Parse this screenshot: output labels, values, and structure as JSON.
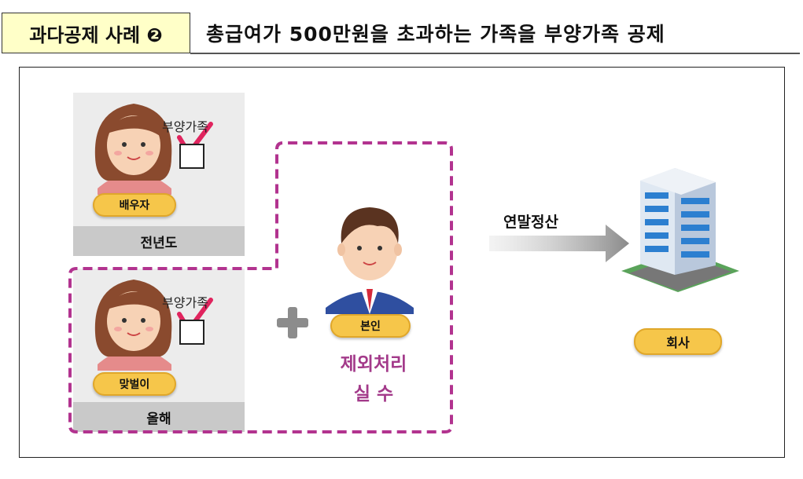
{
  "header": {
    "case_tag": "과다공제 사례 ❷",
    "title": "총급여가 500만원을 초과하는 가족을 부양가족 공제"
  },
  "previous_year": {
    "person_label": "배우자",
    "dependent_label": "부양가족",
    "footer": "전년도"
  },
  "current_year": {
    "person_label": "맞벌이",
    "dependent_label": "부양가족",
    "footer": "올해"
  },
  "self": {
    "label": "본인",
    "error_line1": "제외처리",
    "error_line2": "실 수"
  },
  "flow": {
    "arrow_label": "연말정산",
    "company_label": "회사"
  },
  "colors": {
    "tag_bg": "#ffffc8",
    "pill": "#f6c64a",
    "dashed_border": "#b2338f",
    "check_mark": "#e0245e"
  }
}
